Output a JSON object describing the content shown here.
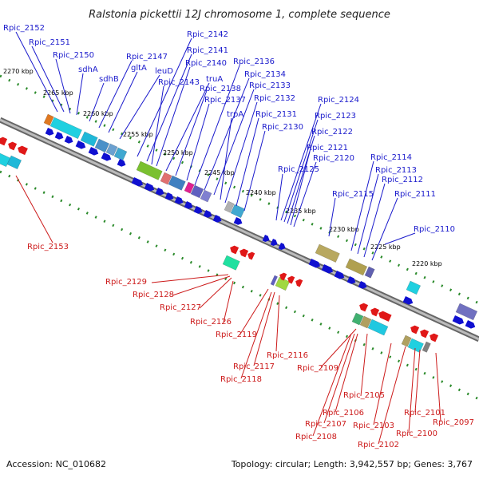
{
  "title": "Ralstonia pickettii 12J chromosome 1, complete sequence",
  "footer": {
    "accession": "Accession: NC_010682",
    "summary": "Topology: circular; Length: 3,942,557 bp; Genes: 3,767"
  },
  "ruler_ticks": [
    "2270 kbp",
    "2265 kbp",
    "2260 kbp",
    "2255 kbp",
    "2250 kbp",
    "2245 kbp",
    "2240 kbp",
    "2235 kbp",
    "2230 kbp",
    "2225 kbp",
    "2220 kbp"
  ],
  "top_labels": [
    "Rpic_2152",
    "Rpic_2151",
    "Rpic_2150",
    "sdhA",
    "sdhB",
    "Rpic_2147",
    "gltA",
    "leuD",
    "Rpic_2142",
    "Rpic_2141",
    "Rpic_2140",
    "Rpic_2143",
    "truA",
    "Rpic_2138",
    "Rpic_2137",
    "Rpic_2136",
    "Rpic_2134",
    "Rpic_2133",
    "trpA",
    "Rpic_2132",
    "Rpic_2131",
    "Rpic_2130",
    "Rpic_2124",
    "Rpic_2123",
    "Rpic_2122",
    "Rpic_2121",
    "Rpic_2120",
    "Rpic_2125",
    "Rpic_2115",
    "Rpic_2114",
    "Rpic_2113",
    "Rpic_2112",
    "Rpic_2111",
    "Rpic_2110"
  ],
  "bottom_labels": [
    "Rpic_2153",
    "Rpic_2129",
    "Rpic_2128",
    "Rpic_2127",
    "Rpic_2126",
    "Rpic_2119",
    "Rpic_2116",
    "Rpic_2117",
    "Rpic_2118",
    "Rpic_2109",
    "Rpic_2105",
    "Rpic_2106",
    "Rpic_2107",
    "Rpic_2108",
    "Rpic_2103",
    "Rpic_2102",
    "Rpic_2101",
    "Rpic_2100",
    "Rpic_2097"
  ],
  "colors": {
    "top_label": "#1a1acc",
    "bottom_label": "#cc1a1a",
    "forward_gene": "#1010d0",
    "reverse_gene": "#e01818",
    "backbone": "#888888",
    "tick": "#2a8a2a"
  }
}
